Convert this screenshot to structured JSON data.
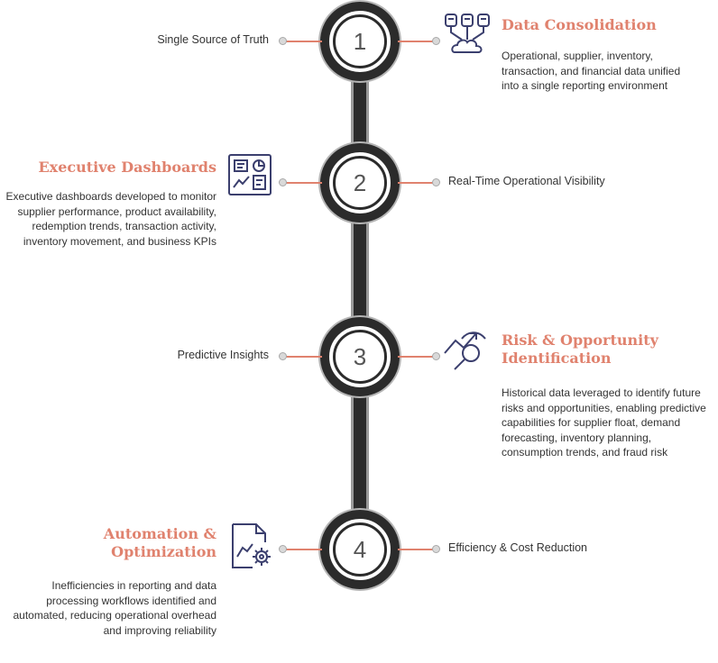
{
  "colors": {
    "accent": "#e0826e",
    "dark": "#2b2b2b",
    "icon": "#3b3f6e"
  },
  "steps": [
    {
      "number": "1",
      "label": "Single Source of Truth",
      "title": "Data Consolidation",
      "description": "Operational, supplier, inventory, transaction, and financial data unified into a single reporting environment",
      "icon": "database-merge-icon"
    },
    {
      "number": "2",
      "label": "Real-Time Operational Visibility",
      "title": "Executive Dashboards",
      "description": "Executive dashboards developed to monitor supplier performance, product availability, redemption trends, transaction activity, inventory movement, and business KPIs",
      "icon": "dashboard-icon"
    },
    {
      "number": "3",
      "label": "Predictive Insights",
      "title": "Risk & Opportunity Identification",
      "description": "Historical data leveraged to identify future risks and opportunities, enabling predictive capabilities for supplier float, demand forecasting, inventory planning, consumption trends, and fraud risk",
      "icon": "chart-search-icon"
    },
    {
      "number": "4",
      "label": "Efficiency & Cost Reduction",
      "title": "Automation & Optimization",
      "description": "Inefficiencies in reporting and data processing workflows identified and automated, reducing operational overhead and improving reliability",
      "icon": "chart-gear-icon"
    }
  ]
}
